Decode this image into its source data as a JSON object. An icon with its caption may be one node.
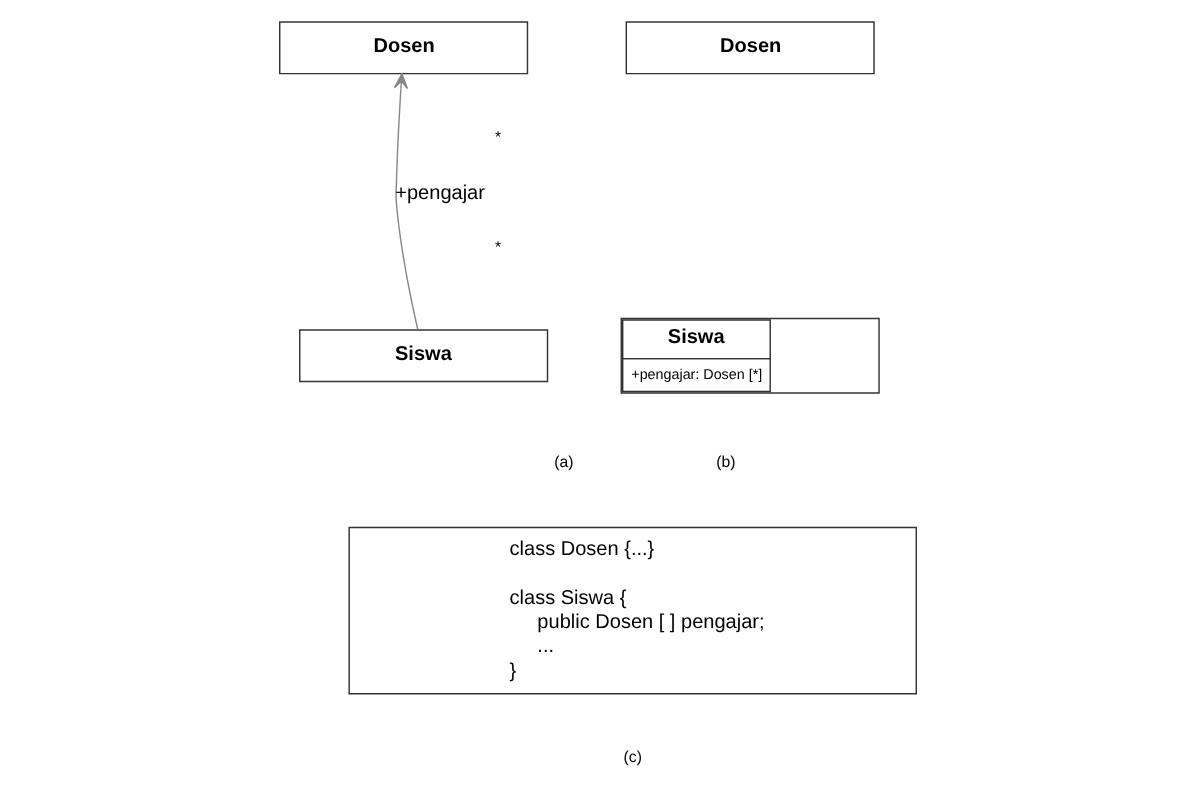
{
  "diagram": {
    "nodes": [
      {
        "text": [
          "Dosen"
        ]
      },
      {
        "text": [
          "Siswa"
        ]
      },
      {
        "text": [
          "Dosen"
        ]
      },
      {
        "text": [
          "Siswa",
          "+pengajar: Dosen [*]"
        ]
      },
      {
        "text": [
          "class Dosen {...}",
          "class Siswa {",
          "public Dosen [ ] pengajar;",
          "...",
          "}"
        ]
      }
    ],
    "edges": [
      {
        "from": 1,
        "to": 0,
        "arrow": "to",
        "label": "+pengajar"
      }
    ],
    "labels": [
      "*",
      "*",
      "(a)",
      "(b)",
      "(c)"
    ]
  }
}
